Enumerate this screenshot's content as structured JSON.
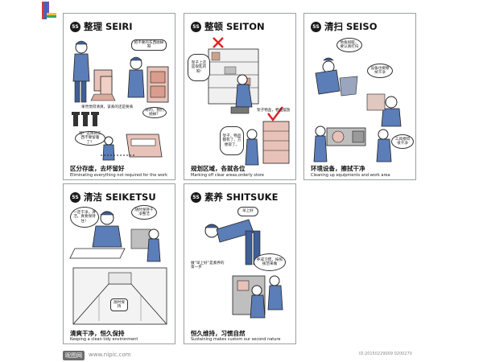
{
  "logo": {
    "icon": "corner-logo-icon",
    "colors": [
      "#d23b3b",
      "#2b6cc9",
      "#f2c230",
      "#3aa65a"
    ]
  },
  "panels": [
    {
      "badge": "5S",
      "title": "整理  SEIRI",
      "caption_cn": "区分存废，去坏留好",
      "caption_en": "Eliminating everything not required for the work",
      "bubbles": [
        "把不要的东西抛掉呀",
        "嗯！这样的东西不要留着了？",
        "好的，我们抛掉？"
      ],
      "notes": [
        "果然觉得清爽，该丢的还是要丢"
      ]
    },
    {
      "badge": "5S",
      "title": "整顿  SEITON",
      "caption_cn": "规划区域，各就各位",
      "caption_en": "Marking off clear areas,orderly store",
      "bubbles": [
        "架子上还是很乱的呀!",
        "架子，物品都有了，方便取了。"
      ],
      "notes": [
        "架子物品，物品摆放"
      ]
    },
    {
      "badge": "5S",
      "title": "清扫  SEISO",
      "caption_cn": "环境设备，擦拭干净",
      "caption_en": "Cleaning up equipments and work area",
      "bubbles": [
        "地板很脏，要认真打扫",
        "设备也要擦拭干净",
        "工具擦得很干净"
      ],
      "notes": []
    },
    {
      "badge": "5S",
      "title": "清洁  SEIKETSU",
      "caption_cn": "清爽干净，恒久保持",
      "caption_en": "Keeping a clean tidy environment",
      "bubbles": [
        "一定干净，清洁，真要保持住！",
        "随时保持干净整洁",
        "随时保持"
      ],
      "notes": []
    },
    {
      "badge": "5S",
      "title": "素养  SHITSUKE",
      "caption_cn": "恒久维持，习惯自然",
      "caption_en": "Sustaining makes custom our second nature",
      "bubbles": [
        "早上好",
        "做“早上好”是素养的第一步",
        "养成习惯，按照规范来做"
      ],
      "notes": []
    }
  ],
  "watermark": {
    "logo_text": "昵图网",
    "url": "www.nipic.com",
    "id": "ID:20150229009 0200270"
  }
}
